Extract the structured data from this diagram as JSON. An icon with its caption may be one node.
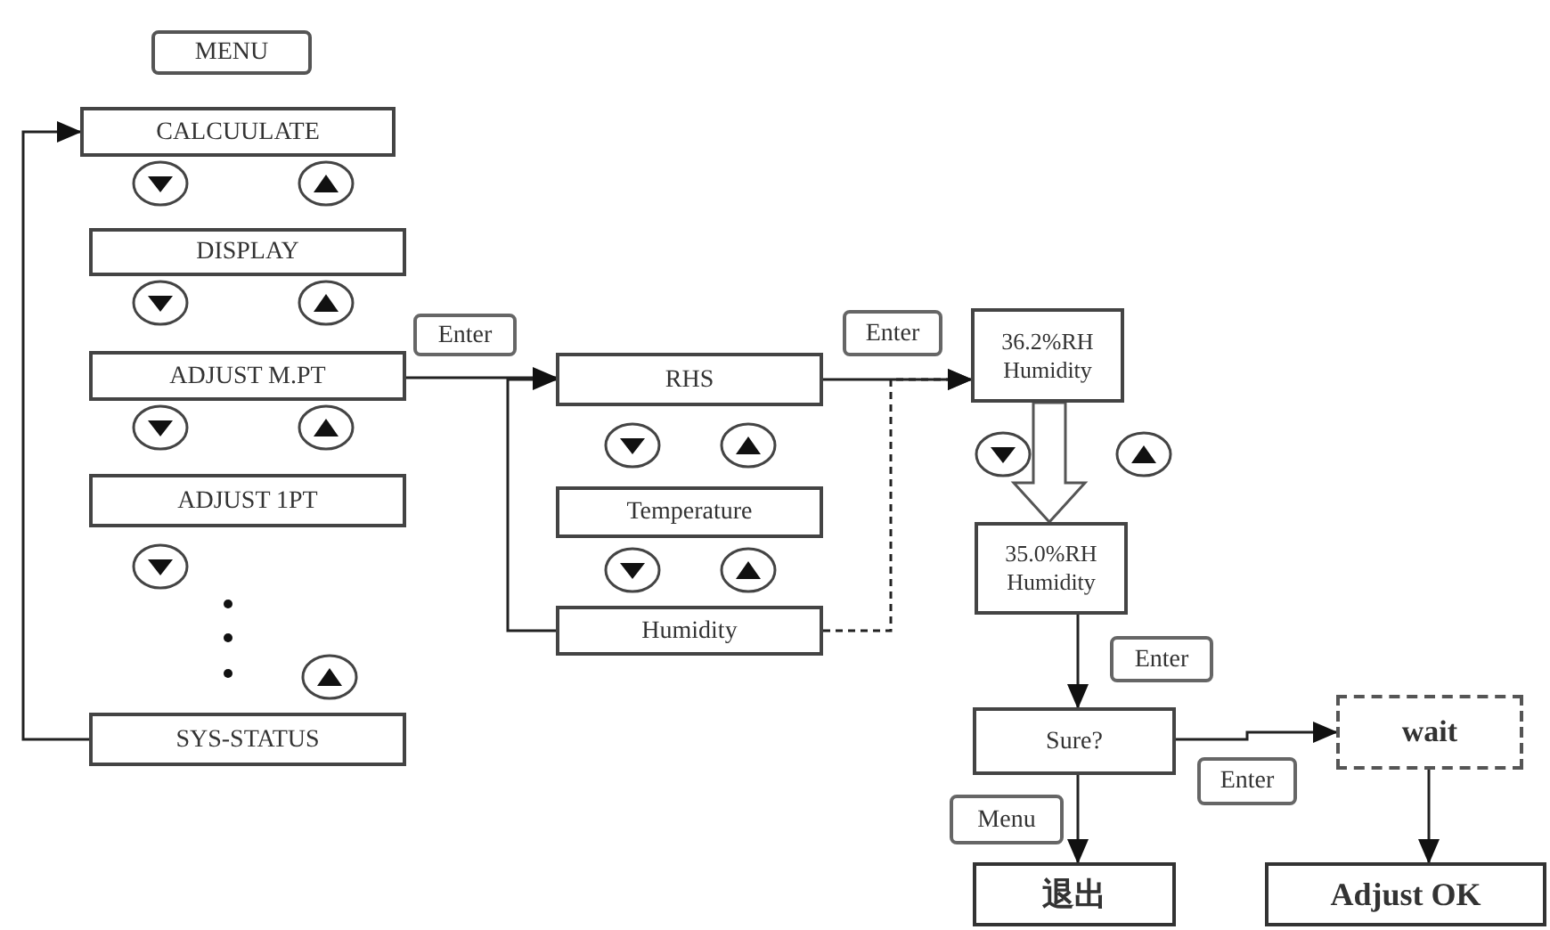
{
  "diagram": {
    "nodes": [
      {
        "text": [
          "MENU"
        ]
      },
      {
        "text": [
          "CALCUULATE"
        ]
      },
      {
        "text": [
          "DISPLAY"
        ]
      },
      {
        "text": [
          "ADJUST M.PT"
        ]
      },
      {
        "text": [
          "ADJUST 1PT"
        ]
      },
      {
        "text": [
          "SYS-STATUS"
        ]
      },
      {
        "text": [
          "RHS"
        ]
      },
      {
        "text": [
          "Temperature"
        ]
      },
      {
        "text": [
          "Humidity"
        ]
      },
      {
        "text": [
          "36.2%RH",
          "Humidity"
        ]
      },
      {
        "text": [
          "35.0%RH",
          "Humidity"
        ]
      },
      {
        "text": [
          "Sure?"
        ]
      },
      {
        "text": [
          "wait"
        ]
      },
      {
        "text": [
          "退出"
        ]
      },
      {
        "text": [
          "Adjust OK"
        ]
      }
    ],
    "edges": [
      {
        "from": 5,
        "to": 1,
        "arrow": "to"
      },
      {
        "from": 3,
        "to": 6,
        "arrow": "to",
        "label": "Enter"
      },
      {
        "from": 8,
        "to": 6,
        "arrow": "to"
      },
      {
        "from": 6,
        "to": 9,
        "arrow": "to",
        "label": "Enter"
      },
      {
        "from": 8,
        "to": 9,
        "arrow": "to",
        "style": "dashed"
      },
      {
        "from": 9,
        "to": 10,
        "arrow": "to",
        "style": "thick"
      },
      {
        "from": 10,
        "to": 11,
        "arrow": "to",
        "label": "Enter"
      },
      {
        "from": 11,
        "to": 12,
        "arrow": "to",
        "label": "Enter"
      },
      {
        "from": 11,
        "to": 13,
        "arrow": "to",
        "label": "Menu"
      },
      {
        "from": 12,
        "to": 14,
        "arrow": "to"
      }
    ]
  }
}
